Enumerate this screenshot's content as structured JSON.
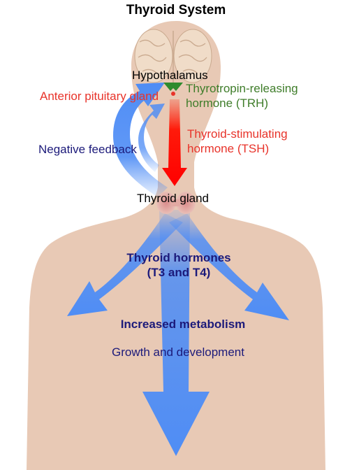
{
  "title": "Thyroid System",
  "labels": {
    "hypothalamus": "Hypothalamus",
    "anterior_pituitary": "Anterior pituitary gland",
    "trh_line1": "Thyrotropin-releasing",
    "trh_line2": "hormone (TRH)",
    "tsh_line1": "Thyroid-stimulating",
    "tsh_line2": "hormone (TSH)",
    "negative_feedback": "Negative feedback",
    "thyroid_gland": "Thyroid gland",
    "hormones_line1": "Thyroid hormones",
    "hormones_line2": "(T3 and T4)",
    "increased_metabolism": "Increased metabolism",
    "growth": "Growth and development"
  },
  "colors": {
    "skin": "#e8c9b5",
    "arrow_blue": "#4f8df5",
    "red": "#e8332a",
    "green": "#3f7d2a",
    "navy": "#1c1a7a",
    "text": "#000000"
  }
}
